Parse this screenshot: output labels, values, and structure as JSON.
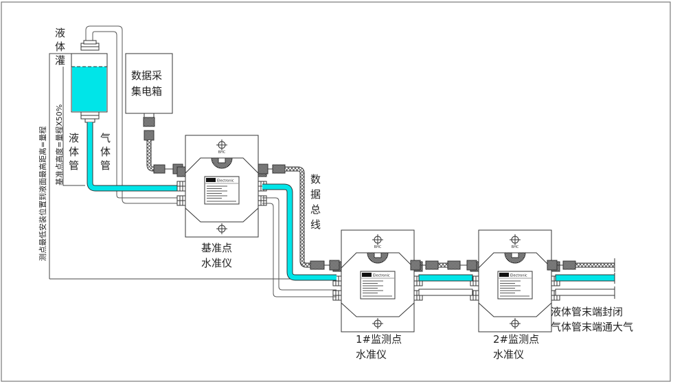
{
  "title": "水准仪监测系统连接示意图",
  "labels": {
    "liquid_tank": [
      "液",
      "体",
      "灌"
    ],
    "liquid_pipe": [
      "液",
      "体",
      "管"
    ],
    "gas_pipe": [
      "气",
      "体",
      "管"
    ],
    "daq_box": [
      "数据采",
      "集电箱"
    ],
    "data_bus": [
      "数",
      "据",
      "总",
      "线"
    ],
    "reference_level": [
      "基准点",
      "水准仪"
    ],
    "monitor1_level": [
      "1#监测点",
      "水准仪"
    ],
    "monitor2_level": [
      "2#监测点",
      "水准仪"
    ],
    "end_note": [
      "液体管末端封闭",
      "气体管末端通大气"
    ],
    "ref_height_note": "基准点高度=量程X50%",
    "install_note": "测点最低安装位置到液面最高距离=量程"
  },
  "device_nameplate": {
    "brand": "Electronic",
    "top_mark": "BHC"
  },
  "colors": {
    "liquid": "#00e5e8",
    "line": "#333333",
    "frame": "#666666"
  }
}
